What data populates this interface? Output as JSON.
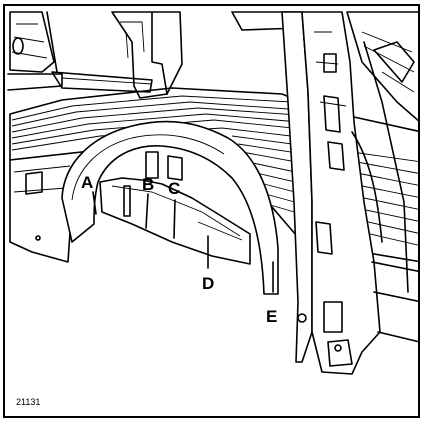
{
  "figure": {
    "reference_number": "21131",
    "callouts": [
      "A",
      "B",
      "C",
      "D",
      "E"
    ]
  }
}
